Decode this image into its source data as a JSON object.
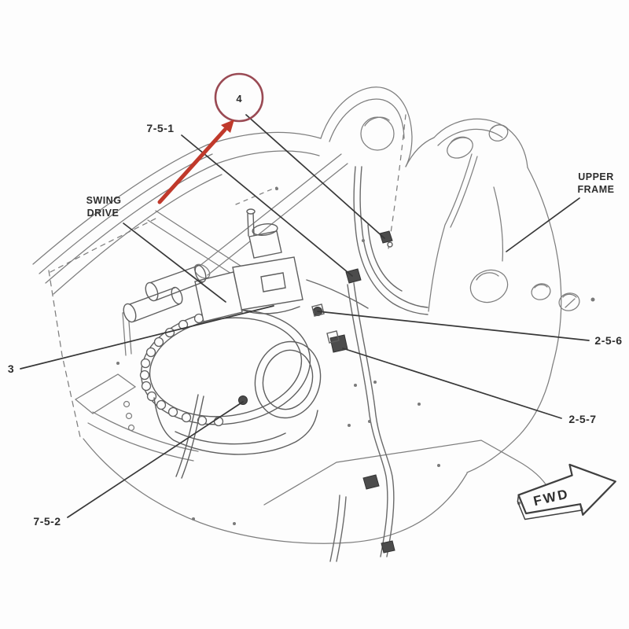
{
  "document": {
    "type": "parts-installation-diagram",
    "subject": "Swing drive installation on excavator upper frame"
  },
  "callouts": {
    "part_7_5_1": "7-5-1",
    "part_4": "4",
    "part_3": "3",
    "part_2_5_6": "2-5-6",
    "part_2_5_7": "2-5-7",
    "part_7_5_2": "7-5-2"
  },
  "labels": {
    "swing_drive_line1": "SWING",
    "swing_drive_line2": "DRIVE",
    "upper_frame_line1": "UPPER",
    "upper_frame_line2": "FRAME",
    "fwd": "FWD"
  },
  "colors": {
    "background": "#fdfdfd",
    "drawing_line": "#5f5f5f",
    "frame_line": "#7e7e7e",
    "leader_line": "#383838",
    "label_text": "#2d2d2d",
    "highlight_circle": "#9a4a54",
    "highlight_arrow": "#c0392b"
  }
}
